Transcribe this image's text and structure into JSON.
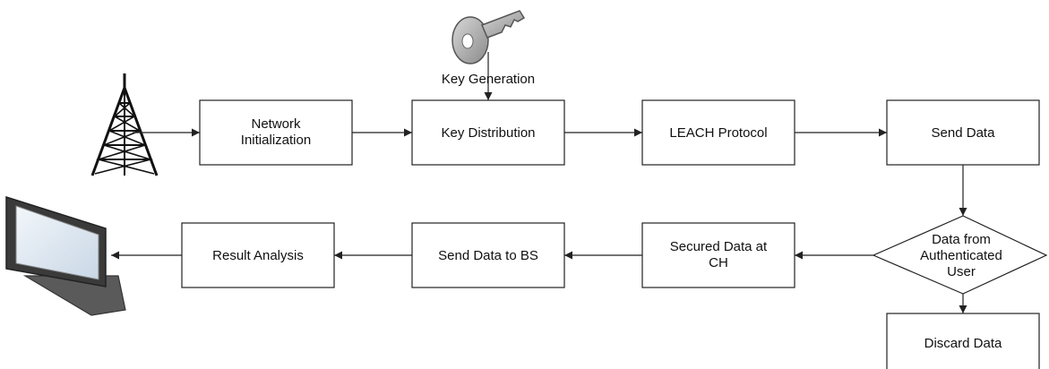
{
  "nodes": {
    "key_generation": "Key Generation",
    "network_init": [
      "Network",
      "Initialization"
    ],
    "key_distribution": "Key Distribution",
    "leach": "LEACH Protocol",
    "send_data": "Send Data",
    "decision": [
      "Data from",
      "Authenticated",
      "User"
    ],
    "secured": [
      "Secured Data at",
      "CH"
    ],
    "send_bs": "Send Data to BS",
    "result": "Result Analysis",
    "discard": "Discard Data"
  },
  "icons": [
    "tower-icon",
    "key-icon",
    "monitor-icon"
  ],
  "colors": {
    "stroke": "#222222",
    "key": "#9a9a9a",
    "screen": "#dfe9f3"
  }
}
